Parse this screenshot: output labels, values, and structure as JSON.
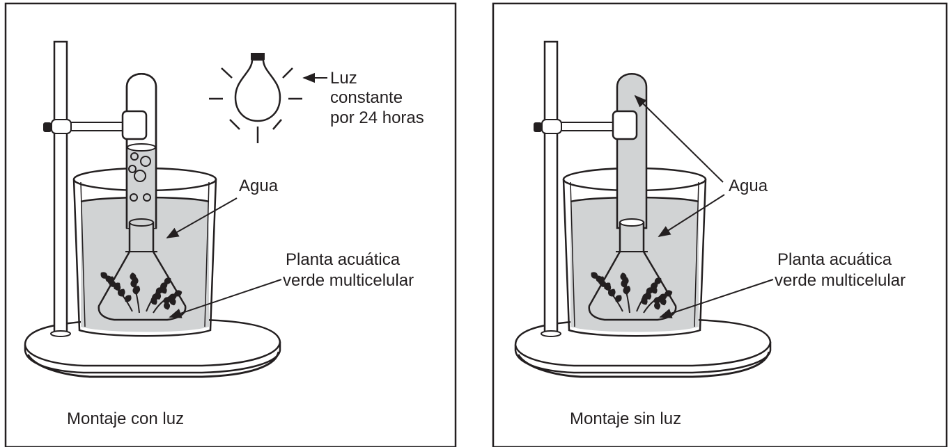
{
  "panels": [
    {
      "caption": "Montaje con luz",
      "labels": {
        "light": [
          "Luz",
          "constante",
          "por 24 horas"
        ],
        "water": "Agua",
        "plant": [
          "Planta acuática",
          "verde multicelular"
        ]
      }
    },
    {
      "caption": "Montaje sin luz",
      "labels": {
        "water": "Agua",
        "plant": [
          "Planta acuática",
          "verde multicelular"
        ]
      }
    }
  ],
  "colors": {
    "ink": "#231f20",
    "water": "#d1d3d4",
    "background": "#ffffff"
  },
  "icons": [
    "lightbulb-icon",
    "ring-stand-icon",
    "beaker-icon",
    "test-tube-icon",
    "funnel-icon",
    "aquatic-plant-icon"
  ]
}
